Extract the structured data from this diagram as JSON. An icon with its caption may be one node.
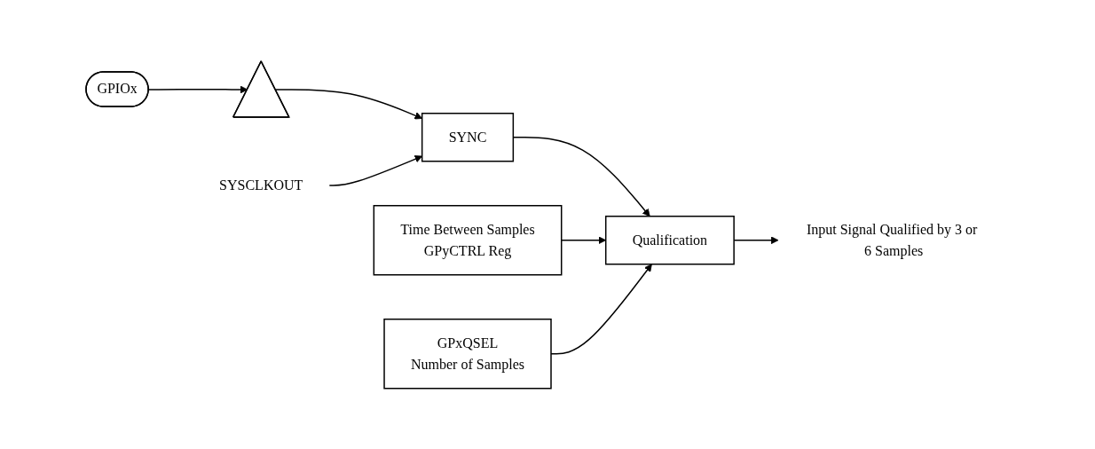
{
  "diagram": {
    "nodes": [
      {
        "text": [
          "GPIOx"
        ]
      },
      {
        "text": [],
        "shape": "triangle"
      },
      {
        "text": [
          "SYNC"
        ]
      },
      {
        "text": [
          "SYSCLKOUT"
        ]
      },
      {
        "text": [
          "Time Between Samples",
          "GPyCTRL Reg"
        ]
      },
      {
        "text": [
          "Qualification"
        ]
      },
      {
        "text": [
          "GPxQSEL",
          "Number of Samples"
        ]
      },
      {
        "text": [
          "Input Signal Qualified by 3 or 6 Samples"
        ]
      }
    ],
    "edges": [
      {
        "from": 0,
        "to": 1,
        "arrow": "to"
      },
      {
        "from": 1,
        "to": 2,
        "arrow": "to"
      },
      {
        "from": 3,
        "to": 2,
        "arrow": "to"
      },
      {
        "from": 2,
        "to": 5,
        "arrow": "to"
      },
      {
        "from": 4,
        "to": 5,
        "arrow": "to"
      },
      {
        "from": 6,
        "to": 5,
        "arrow": "to"
      },
      {
        "from": 5,
        "to": 7,
        "arrow": "to"
      }
    ]
  }
}
